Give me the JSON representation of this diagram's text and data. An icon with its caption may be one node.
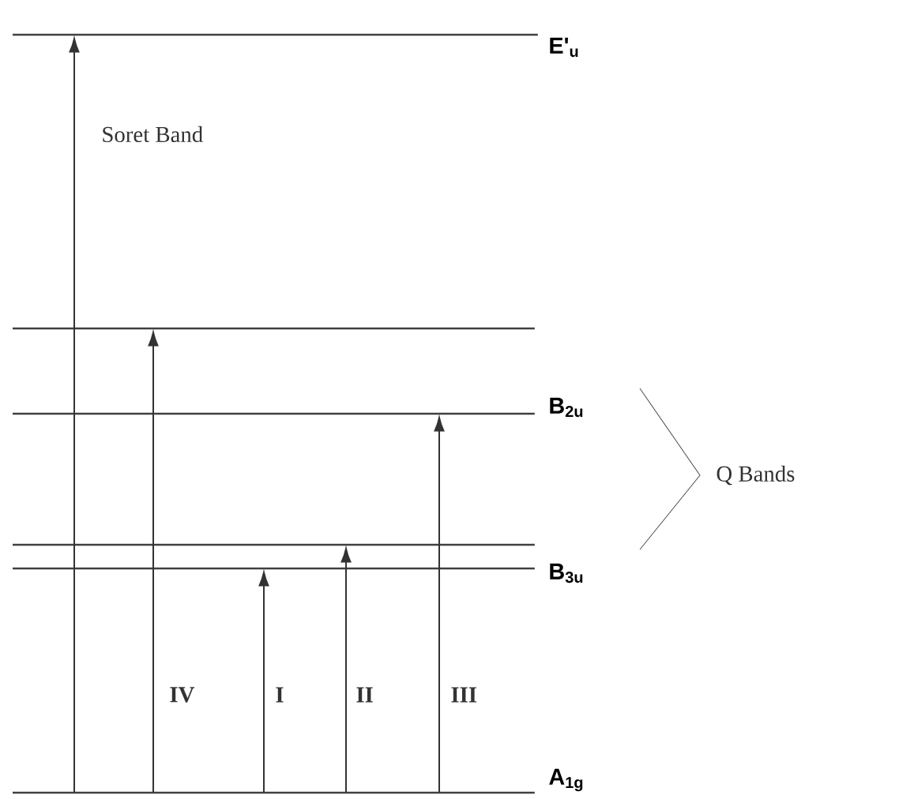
{
  "diagram": {
    "nodes": [
      {
        "text": [],
        "shape": "bar",
        "beside": [
          "E'$_{u}$"
        ]
      },
      {
        "text": [],
        "shape": "bar"
      },
      {
        "text": [],
        "shape": "bar",
        "beside": [
          "B$_{2u}$"
        ]
      },
      {
        "text": [],
        "shape": "bar"
      },
      {
        "text": [],
        "shape": "bar",
        "beside": [
          "B$_{3u}$"
        ]
      },
      {
        "text": [],
        "shape": "bar",
        "beside": [
          "A$_{1g}$"
        ]
      }
    ],
    "edges": [
      {
        "from": 5,
        "to": 0,
        "arrow": "to",
        "label": "Soret Band"
      },
      {
        "from": 5,
        "to": 1,
        "arrow": "to",
        "label": "IV"
      },
      {
        "from": 5,
        "to": 4,
        "arrow": "to",
        "label": "I"
      },
      {
        "from": 5,
        "to": 3,
        "arrow": "to",
        "label": "II"
      },
      {
        "from": 5,
        "to": 2,
        "arrow": "to",
        "label": "III"
      }
    ],
    "labels": [
      "Q Bands"
    ]
  }
}
